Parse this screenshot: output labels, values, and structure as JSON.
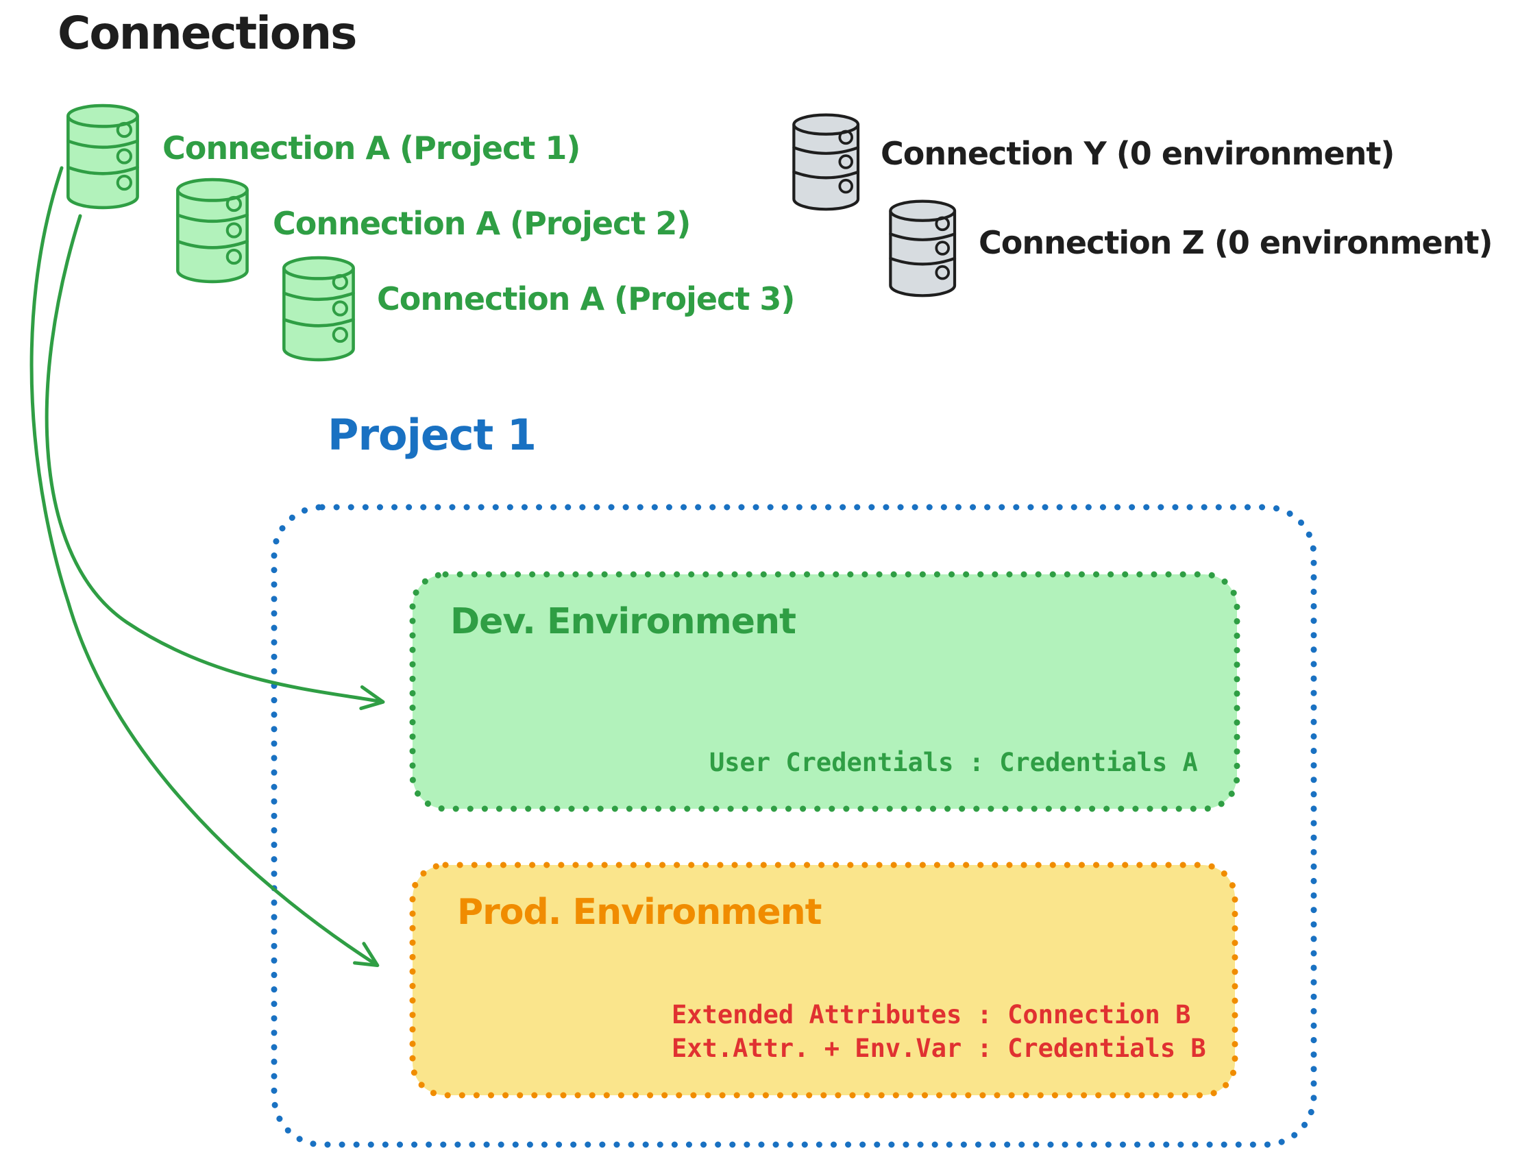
{
  "title": "Connections",
  "colors": {
    "ink": "#1e1e1e",
    "green_stroke": "#2f9e44",
    "green_fill": "#b2f2bb",
    "gray_fill": "#d7dce0",
    "blue": "#1971c2",
    "orange": "#f08c00",
    "yellow_fill": "#fae58c",
    "red": "#e03131"
  },
  "shared_connections": [
    {
      "icon": "database-icon",
      "label": "Connection A (Project 1)"
    },
    {
      "icon": "database-icon",
      "label": "Connection A (Project 2)"
    },
    {
      "icon": "database-icon",
      "label": "Connection A (Project 3)"
    }
  ],
  "unshared_connections": [
    {
      "icon": "database-icon",
      "label": "Connection Y (0 environment)"
    },
    {
      "icon": "database-icon",
      "label": "Connection Z (0 environment)"
    }
  ],
  "project": {
    "title": "Project 1",
    "environments": [
      {
        "name": "Dev. Environment",
        "lines": [
          "User Credentials : Credentials A"
        ]
      },
      {
        "name": "Prod. Environment",
        "lines": [
          "Extended Attributes : Connection B",
          "Ext.Attr. + Env.Var : Credentials B"
        ]
      }
    ]
  }
}
